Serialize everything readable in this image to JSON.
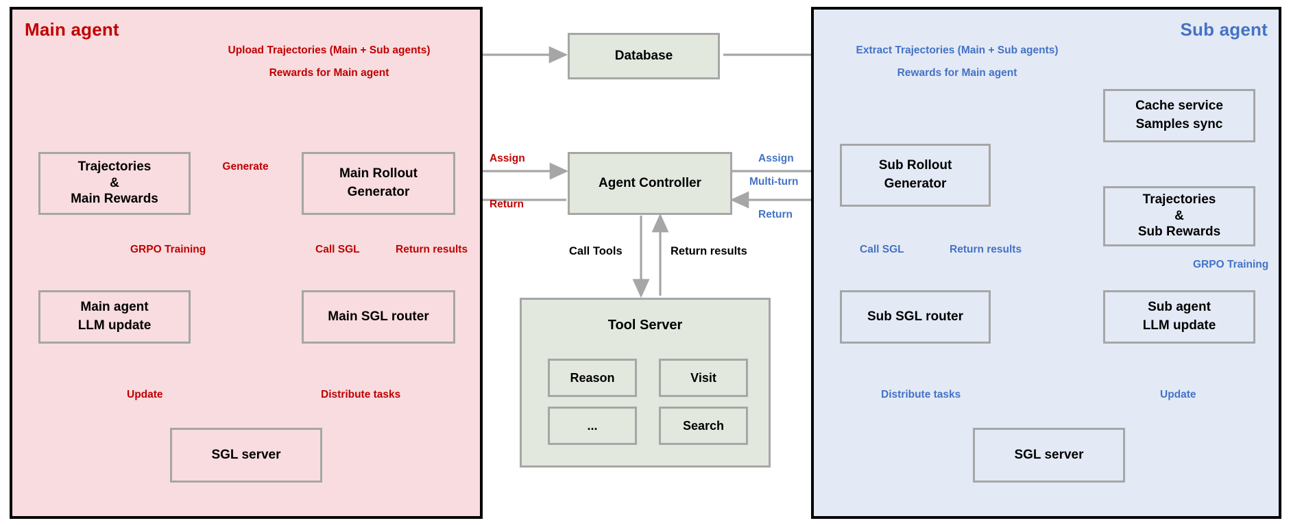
{
  "diagram": {
    "title": "Main agent / Sub agent asynchronous RL training architecture",
    "colors": {
      "main_accent": "#c00000",
      "sub_accent": "#4472c4",
      "main_panel_fill": "#f8dcdf",
      "sub_panel_fill": "#e3eaf6",
      "neutral_fill": "#e2e8de",
      "box_border": "#a6a6a6",
      "arrow": "#a6a6a6"
    }
  },
  "panels": {
    "main": {
      "title": "Main agent"
    },
    "sub": {
      "title": "Sub agent"
    }
  },
  "boxes": {
    "main_trajectories": {
      "line1": "Trajectories",
      "line2": "&",
      "line3": "Main Rewards"
    },
    "main_rollout": {
      "line1": "Main Rollout",
      "line2": "Generator"
    },
    "main_llm": {
      "line1": "Main agent",
      "line2": "LLM update"
    },
    "main_router": {
      "line1": "Main SGL router"
    },
    "main_sgl_server": {
      "line1": "SGL server"
    },
    "database": {
      "line1": "Database"
    },
    "agent_controller": {
      "line1": "Agent Controller"
    },
    "tool_server": {
      "title": "Tool Server"
    },
    "sub_rollout": {
      "line1": "Sub Rollout",
      "line2": "Generator"
    },
    "sub_router": {
      "line1": "Sub SGL router"
    },
    "cache_service": {
      "line1": "Cache service",
      "line2": "Samples sync"
    },
    "sub_trajectories": {
      "line1": "Trajectories",
      "line2": "&",
      "line3": "Sub Rewards"
    },
    "sub_llm": {
      "line1": "Sub agent",
      "line2": "LLM update"
    },
    "sub_sgl_server": {
      "line1": "SGL server"
    }
  },
  "tools": [
    {
      "label": "Reason"
    },
    {
      "label": "Visit"
    },
    {
      "label": "..."
    },
    {
      "label": "Search"
    }
  ],
  "labels": {
    "upload_trajectories": "Upload Trajectories (Main + Sub agents)",
    "rewards_main_left": "Rewards for Main agent",
    "extract_trajectories": "Extract Trajectories (Main + Sub agents)",
    "rewards_main_right": "Rewards for Main agent",
    "generate": "Generate",
    "grpo_training_main": "GRPO Training",
    "call_sgl_main": "Call SGL",
    "return_results_main": "Return results",
    "update_main": "Update",
    "distribute_tasks_main": "Distribute tasks",
    "assign_main": "Assign",
    "return_main": "Return",
    "call_tools": "Call Tools",
    "return_results_tools": "Return results",
    "assign_sub": "Assign",
    "multi_turn_sub": "Multi-turn",
    "return_sub": "Return",
    "call_sgl_sub": "Call SGL",
    "return_results_sub": "Return results",
    "grpo_training_sub": "GRPO Training",
    "distribute_tasks_sub": "Distribute tasks",
    "update_sub": "Update"
  }
}
